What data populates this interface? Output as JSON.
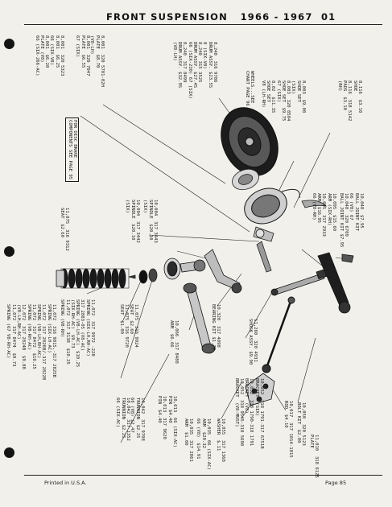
{
  "header": {
    "title": "FRONT SUSPENSION",
    "years": "1966 - 1967",
    "group": "01"
  },
  "footer": {
    "left": "Printed in U.S.A.",
    "right": "Page 85"
  },
  "callouts": [
    {
      "id": "c1",
      "lines": [
        "11,072  316 9815,-317 2825B",
        "SPRING (SIX-LH-AC)",
        "11,072  317 2826B/-317 2822B",
        "SPRING (V8-LH,RH-AC)",
        "11,072  317 8472  $10.25",
        "SPRING (V8-RH-AC)",
        "12,072  317 2824B  $9.88",
        "(V8-LH,RH-AC)",
        "11,072  317 8474  $9.73",
        "SPRING (67 V8-RH-AC)"
      ]
    },
    {
      "id": "c2",
      "lines": [
        "11,072  317 9972 -228",
        "SPRING (SIX-LH,RH-AC)",
        "317 2803-05 (V8-AC)",
        "SPRING (V8-LH-AC)  $10.25",
        "(SIX-RH-AC)  $9.73",
        "11,072  317 3138  $10.25",
        "SPRING (V8-RH)"
      ]
    },
    {
      "id": "c3",
      "lines": [
        "11,075  316 9312",
        "SEAT  $2.60"
      ]
    },
    {
      "id": "c4",
      "lines": [
        "11,075  316 9720",
        "SEAT  $1.00"
      ]
    },
    {
      "id": "c5",
      "lines": [
        "10,042  317 1352",
        "TRUNNION  $2.25",
        "66 (SIX-AC)"
      ]
    },
    {
      "id": "c6",
      "lines": [
        "10,042  317 9708",
        "TRUNNION  $2.25",
        "66 (V8) $2.47"
      ]
    },
    {
      "id": "c7",
      "lines": [
        "11,075  316 9924",
        "SEAT  $2.60"
      ]
    },
    {
      "id": "c8",
      "lines": [
        "10,004  317 3442",
        "SPINDLE  $20.10",
        "(SIX)"
      ]
    },
    {
      "id": "c9",
      "lines": [
        "10,004  317 3443",
        "SPINDLE  $20.10",
        "(SIX)"
      ]
    },
    {
      "id": "c10",
      "lines": [
        "10,013  66 (SIX-AC)",
        "PIN  $4.40",
        "10,013  317 9620",
        "PIN  $4.40"
      ]
    },
    {
      "id": "c11",
      "lines": [
        "10,035  317 2861",
        "ARM  $1.00"
      ]
    },
    {
      "id": "c12",
      "lines": [
        "10,035  66 (SIX-AC)",
        "ARM  $20.32",
        "66 (V8)  $14.91"
      ]
    },
    {
      "id": "c13",
      "lines": [
        "10,066  317 8488",
        "ARM  $6.66"
      ]
    },
    {
      "id": "c14",
      "lines": [
        "10,055  317 1368",
        "WASHER  $.11"
      ]
    },
    {
      "id": "c15",
      "lines": [
        "10,320  317 4098",
        "BEARING KIT $1.70"
      ]
    },
    {
      "id": "c16",
      "lines": [
        "11,260  320 4931",
        "SHOCK ASSY. $9.90"
      ]
    },
    {
      "id": "c17",
      "lines": [
        "10,052  318 1791-317 6751B",
        "BRACKET  (SIX)",
        "10,052  318 1790-318 1791",
        "BRACKET  (V8)",
        "10,052  318 9545-318 5690",
        "BRACKET  (V8-MUST)"
      ]
    },
    {
      "id": "c18",
      "lines": [
        "10,017  317 1014-1015",
        "ROD  $4.10"
      ]
    },
    {
      "id": "c19",
      "lines": [
        "10,050  320 5123",
        "BOLT KIT  $2.00"
      ]
    },
    {
      "id": "c20",
      "lines": [
        "11,010  318 6125",
        "PLATE"
      ]
    },
    {
      "id": "c21",
      "lines": [
        "8,001  320 5323",
        "8,001  $6.25",
        "66 (SIX-V8)",
        "8,001  $6.20",
        "PLATE (V8)",
        "66 (SIX-266-AC)"
      ]
    },
    {
      "id": "c22",
      "lines": [
        "8,001  320 7047",
        "PLATE  $6.55",
        "67 (SIX)"
      ]
    },
    {
      "id": "c23",
      "lines": [
        "8,001  320 5701-02H",
        "PLATE  $8.70",
        "(V8-LH)"
      ]
    },
    {
      "id": "c24",
      "boxed": true,
      "lines": [
        "FOR DISC BRAKE",
        "COMPONENTS SEE PAGE 95"
      ]
    },
    {
      "id": "c25",
      "lines": [
        "8,240  316 9786",
        "DRUM ASSY. $23.55",
        "8 (SIX-V8)",
        "8,240  315 3525",
        "DRUM ASSY. $27.45",
        "66 (SIX-230) 67 (SIX)",
        "8,240  317 8499",
        "DRUM ASSY. $32.95",
        "(V8-LH)"
      ]
    },
    {
      "id": "c26",
      "lines": [
        "WHEELS...SEE",
        "CHART PAGE 96"
      ]
    },
    {
      "id": "c27",
      "lines": [
        "8,003  $9.00",
        "SHOE SET",
        "(SIX)",
        "8,003  320 8504",
        "SHOE SET  $9.75",
        "67 (SIX)",
        "8,02  $11.35",
        "SHOE SET",
        "V8 (LH-RH)"
      ]
    },
    {
      "id": "c28",
      "lines": [
        "10,095  $15.60",
        "ARM (SIX-RH)",
        "10,095  317 2933",
        "ARM  $16.95",
        "66 (V8-RH)"
      ]
    },
    {
      "id": "c29",
      "lines": [
        "8,116  $3.10",
        "SHOE",
        "8,116  318 5142",
        "PADS  $3.10",
        "(RH)"
      ]
    },
    {
      "id": "c30",
      "lines": [
        "10,048  $7.95",
        "BALL JOINT KIT",
        "66 (V8) 67",
        "10,048  320 6709",
        "BALL JOINT KIT $7.95"
      ]
    }
  ]
}
